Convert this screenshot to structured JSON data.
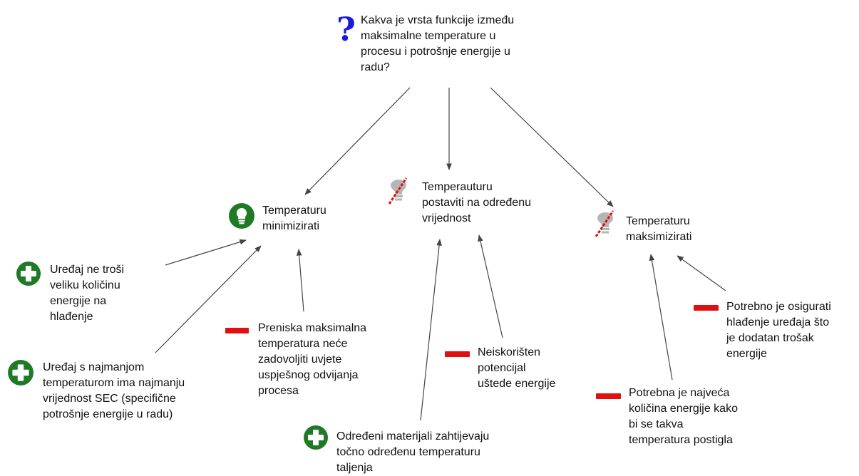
{
  "question": {
    "text": "Kakva je vrsta funkcije između\nmaksimalne temperature u\nprocesu i potrošnje energije u\nradu?",
    "icon": "question-icon"
  },
  "ideas": [
    {
      "id": "min",
      "text": "Temperaturu\nminimizirati",
      "icon": "lightbulb-icon",
      "status": "accepted"
    },
    {
      "id": "set",
      "text": "Temperauturu\npostaviti na određenu\nvrijednost",
      "icon": "lightbulb-rejected-icon",
      "status": "rejected"
    },
    {
      "id": "max",
      "text": "Temperaturu\nmaksimizirati",
      "icon": "lightbulb-rejected-icon",
      "status": "rejected"
    }
  ],
  "arguments": [
    {
      "id": "pro1",
      "type": "pro",
      "icon": "plus-icon",
      "target": "min",
      "text": "Uređaj ne troši\nveliku količinu\nenergije na\nhlađenje"
    },
    {
      "id": "pro2",
      "type": "pro",
      "icon": "plus-icon",
      "target": "min",
      "text": "Uređaj s najmanjom\ntemperaturom ima najmanju\nvrijednost SEC (specifične\npotrošnje energije u radu)"
    },
    {
      "id": "con1",
      "type": "con",
      "icon": "minus-icon",
      "target": "min",
      "text": "Preniska maksimalna\ntemperatura neće\nzadovoljiti uvjete\nuspješnog odvijanja\nprocesa"
    },
    {
      "id": "pro3",
      "type": "pro",
      "icon": "plus-icon",
      "target": "set",
      "text": "Određeni materijali zahtijevaju\ntočno određenu temperaturu\ntaljenja"
    },
    {
      "id": "con2",
      "type": "con",
      "icon": "minus-icon",
      "target": "set",
      "text": "Neiskorišten\npotencijal\nuštede energije"
    },
    {
      "id": "con3",
      "type": "con",
      "icon": "minus-icon",
      "target": "max",
      "text": "Potrebna je najveća\nkoličina energije kako\nbi se takva\ntemperatura postigla"
    },
    {
      "id": "con4",
      "type": "con",
      "icon": "minus-icon",
      "target": "max",
      "text": "Potrebno je osigurati\nhlađenje uređaja što\nje dodatan trošak\nenergije"
    }
  ],
  "colors": {
    "pro": "#1e7a25",
    "con": "#e01010",
    "question": "#1a1adc",
    "arrow": "#444444",
    "rejected_bulb": "#b5b5b5"
  }
}
